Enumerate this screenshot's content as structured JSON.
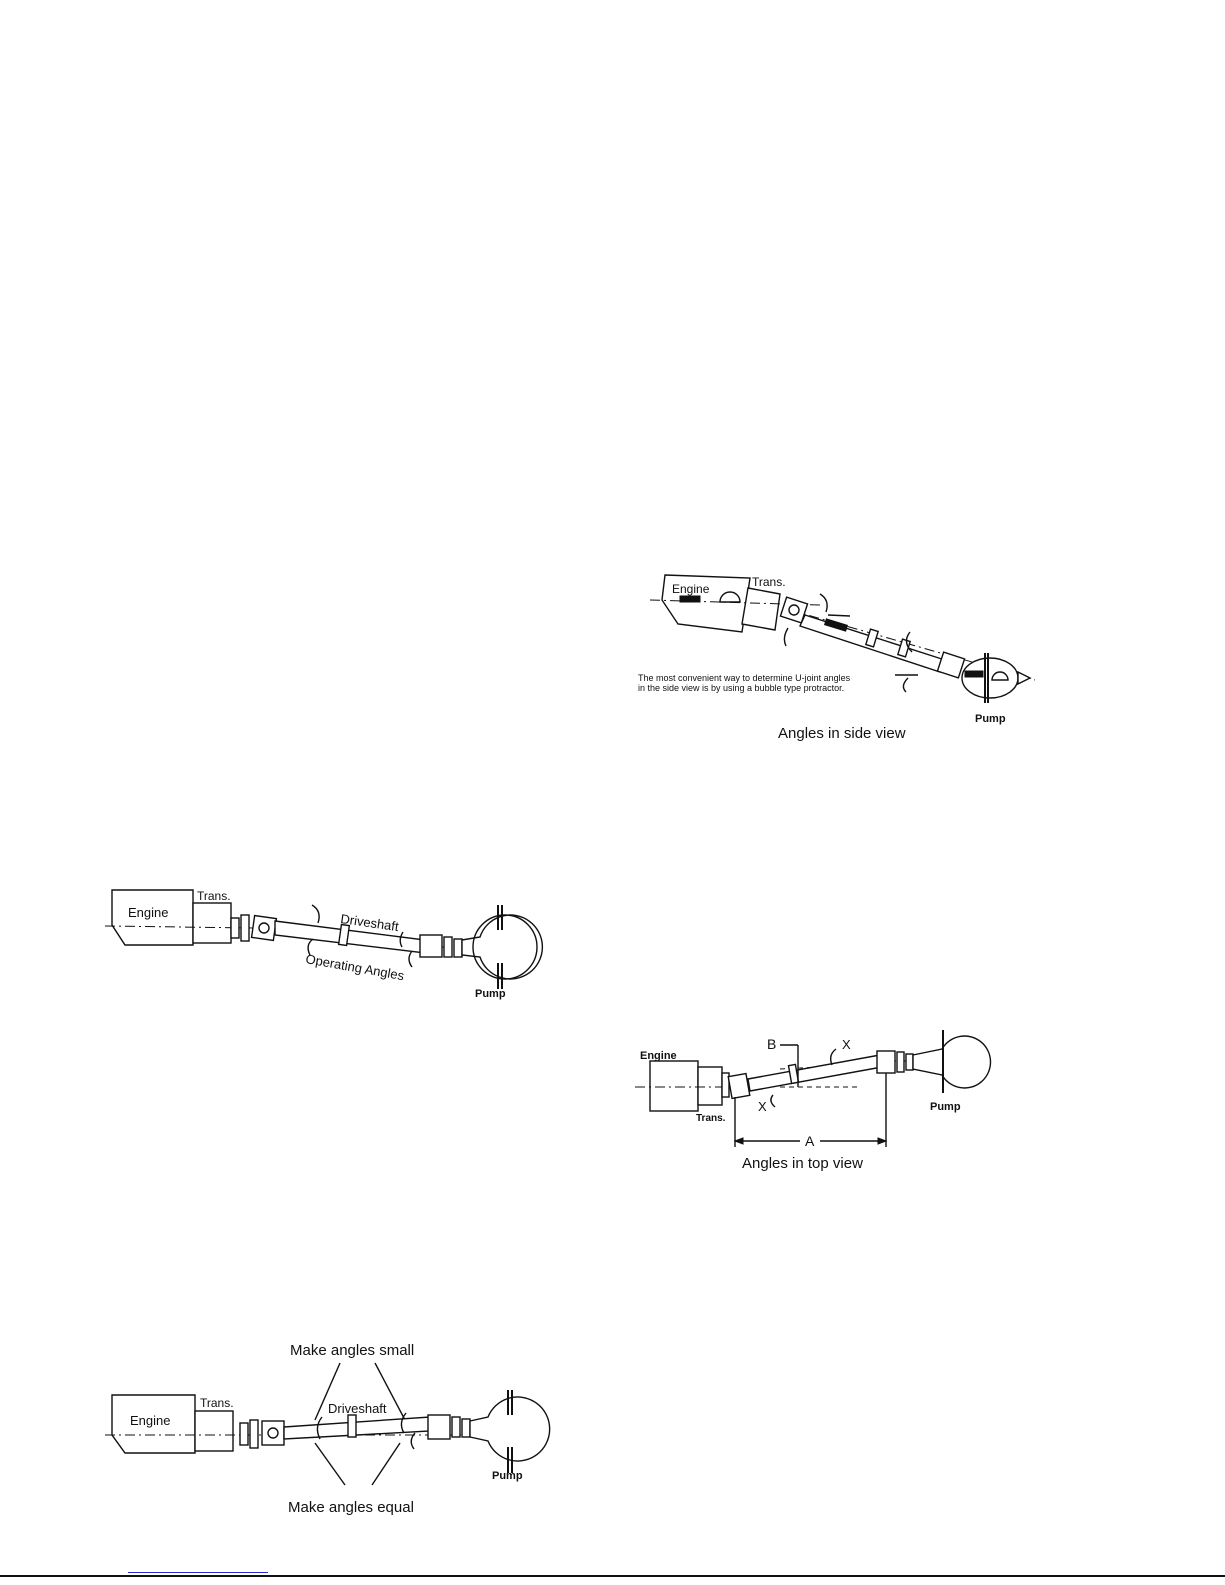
{
  "figures": {
    "side_view": {
      "engine": "Engine",
      "trans": "Trans.",
      "pump": "Pump",
      "note_line1": "The most convenient way to determine U-joint angles",
      "note_line2": "in the side view is by using a bubble type protractor.",
      "caption": "Angles in side view"
    },
    "operating": {
      "engine": "Engine",
      "trans": "Trans.",
      "driveshaft": "Driveshaft",
      "operating_angles": "Operating Angles",
      "pump": "Pump"
    },
    "top_view": {
      "engine": "Engine",
      "trans": "Trans.",
      "pump": "Pump",
      "label_b": "B",
      "label_x_top": "X",
      "label_x_bottom": "X",
      "label_a": "A",
      "caption": "Angles in top view"
    },
    "small_equal": {
      "caption_top": "Make angles small",
      "engine": "Engine",
      "trans": "Trans.",
      "driveshaft": "Driveshaft",
      "pump": "Pump",
      "caption_bottom": "Make angles equal"
    }
  }
}
